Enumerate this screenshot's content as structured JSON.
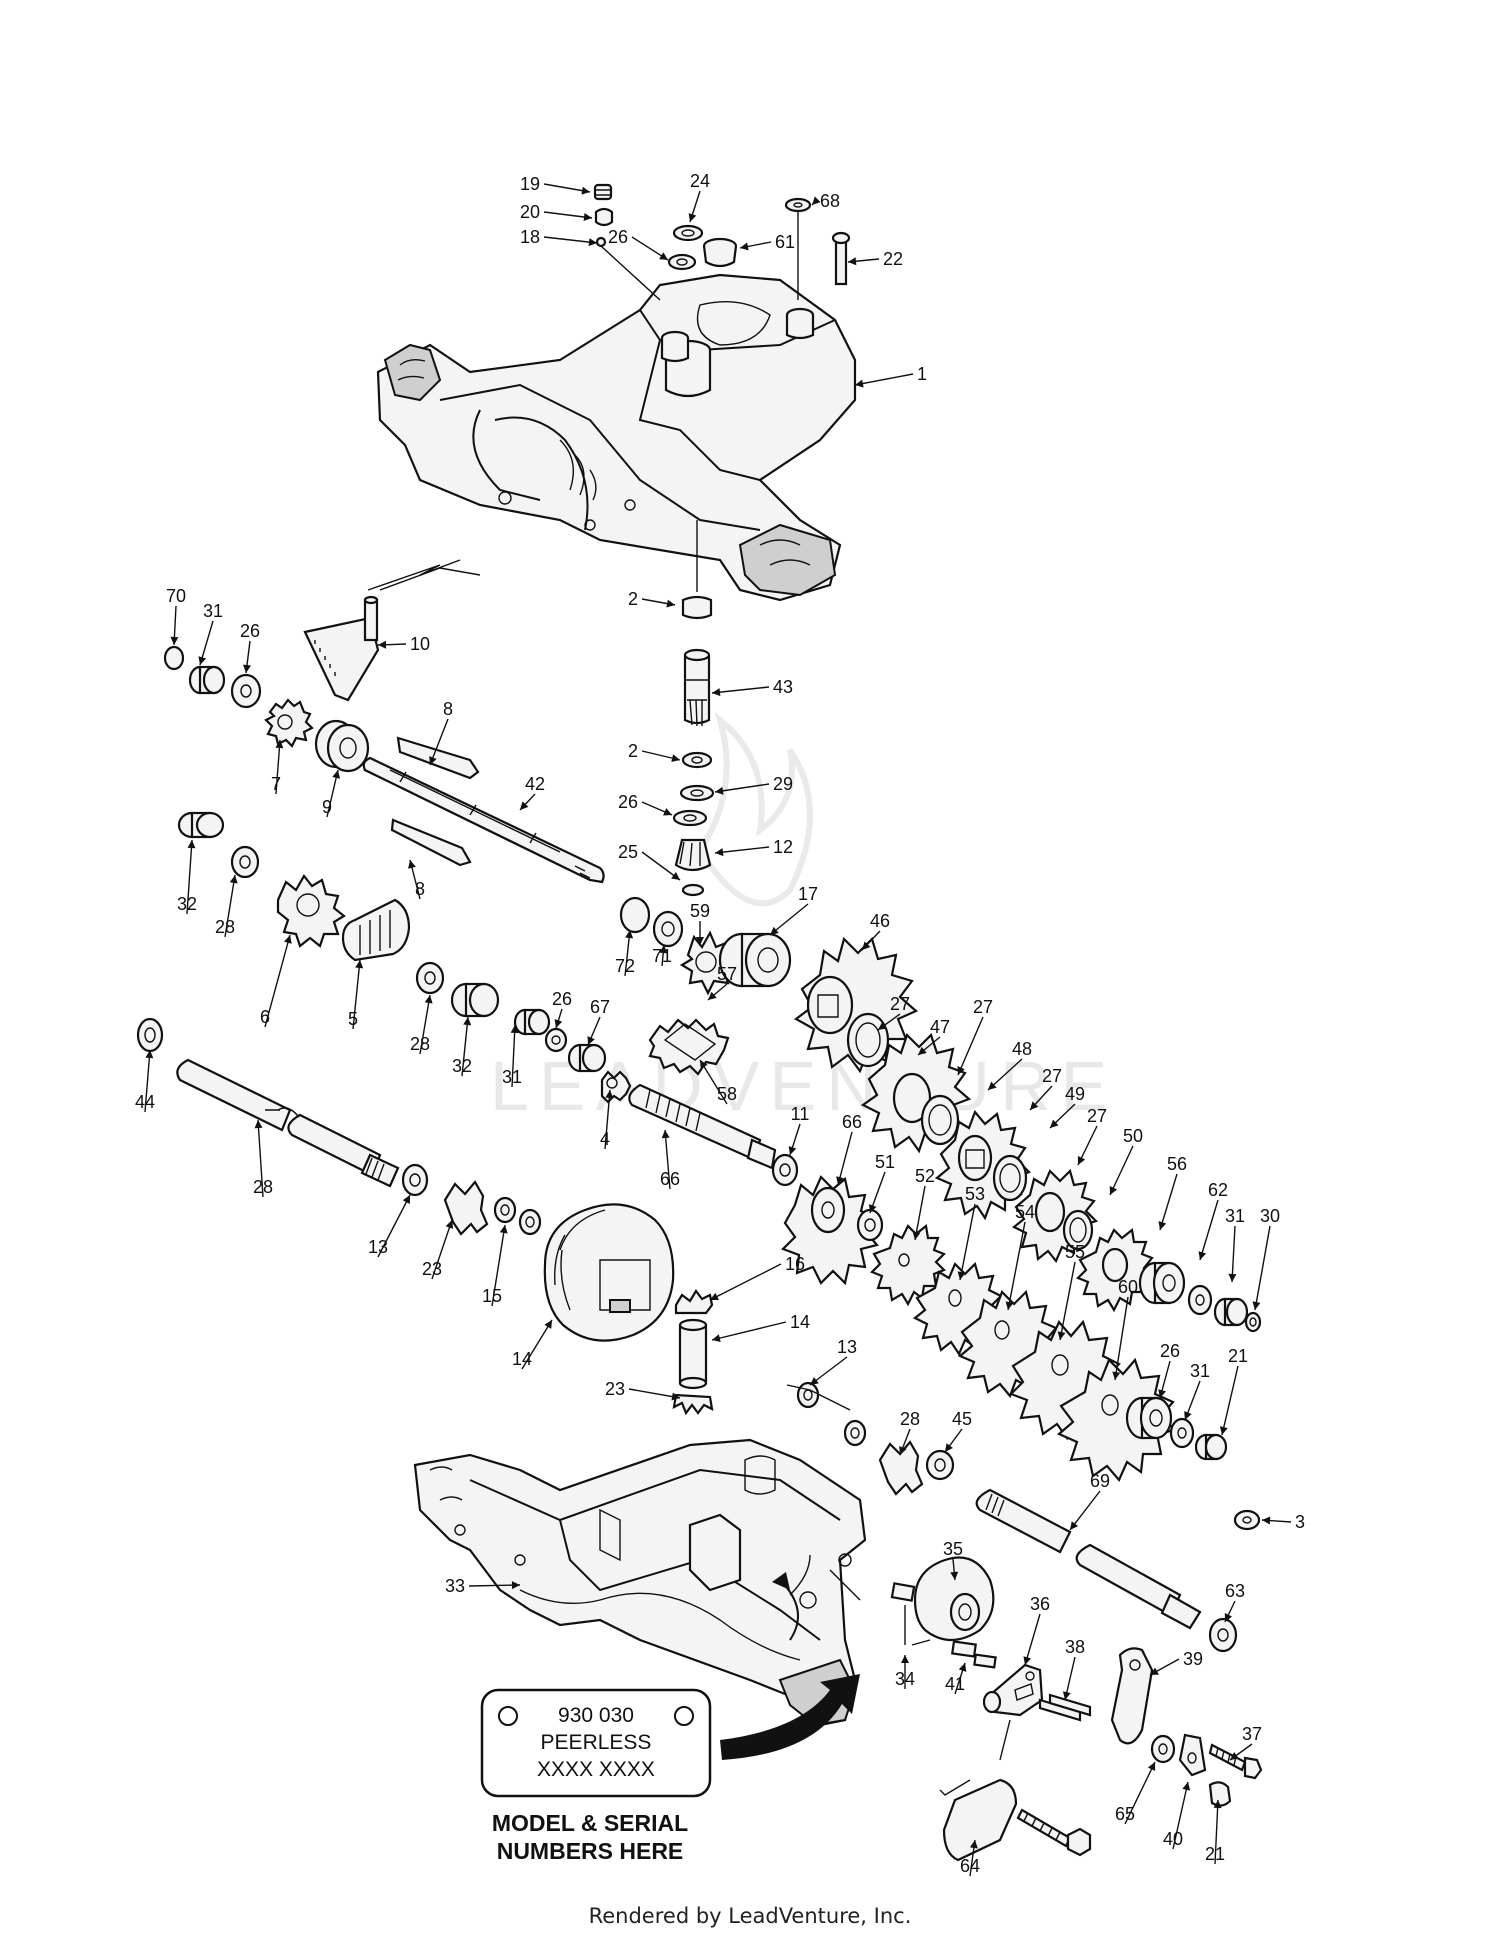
{
  "watermark": "LEADVENTURE",
  "nameplate": {
    "line1": "930 030",
    "line2": "PEERLESS",
    "line3": "XXXX XXXX"
  },
  "model_serial_label": {
    "line1": "MODEL & SERIAL",
    "line2": "NUMBERS HERE"
  },
  "footer": "Rendered by LeadVenture, Inc.",
  "callouts": [
    "19",
    "20",
    "18",
    "24",
    "26",
    "61",
    "68",
    "22",
    "1",
    "2",
    "43",
    "2",
    "29",
    "26",
    "25",
    "12",
    "59",
    "17",
    "46",
    "27",
    "47",
    "27",
    "48",
    "27",
    "49",
    "27",
    "50",
    "56",
    "62",
    "31",
    "30",
    "70",
    "31",
    "26",
    "10",
    "7",
    "9",
    "8",
    "42",
    "8",
    "32",
    "28",
    "6",
    "5",
    "28",
    "32",
    "31",
    "26",
    "67",
    "72",
    "71",
    "57",
    "58",
    "4",
    "66",
    "11",
    "66",
    "51",
    "52",
    "53",
    "54",
    "55",
    "60",
    "26",
    "31",
    "21",
    "44",
    "28",
    "13",
    "23",
    "15",
    "14",
    "16",
    "14",
    "23",
    "13",
    "28",
    "45",
    "69",
    "3",
    "33",
    "35",
    "34",
    "41",
    "36",
    "38",
    "39",
    "37",
    "65",
    "40",
    "21",
    "63",
    "64"
  ]
}
